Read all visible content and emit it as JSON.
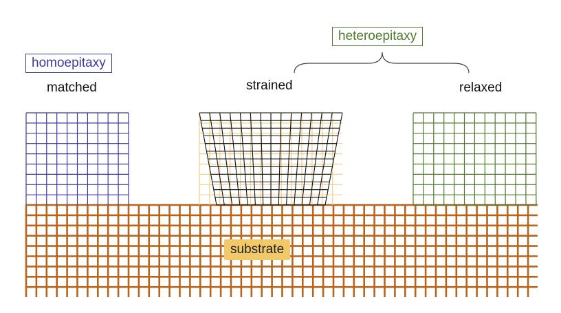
{
  "labels": {
    "homoepitaxy": "homoepitaxy",
    "heteroepitaxy": "heteroepitaxy",
    "matched": "matched",
    "strained": "strained",
    "relaxed": "relaxed",
    "substrate": "substrate"
  },
  "colors": {
    "substrate": "#b8641c",
    "homoepitaxy": "#3a3a9a",
    "heteroepitaxy": "#4e7a2e",
    "strained_lattice": "#111111",
    "strained_ghost": "#efd08a",
    "substrate_label_bg": "#f2c96a"
  }
}
